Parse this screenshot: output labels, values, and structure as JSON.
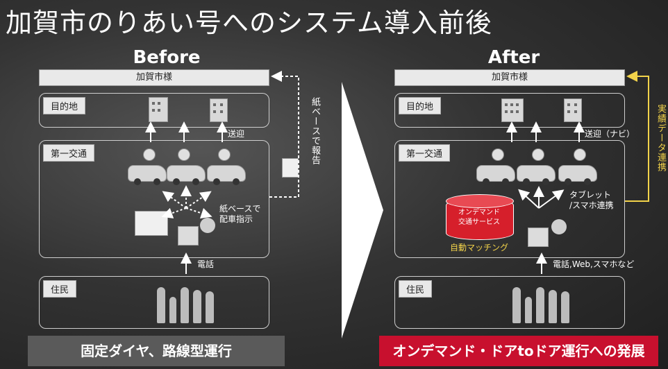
{
  "title": "加賀市のりあい号へのシステム導入前後",
  "before": {
    "heading": "Before",
    "city": "加賀市様",
    "destination": "目的地",
    "transport": "第一交通",
    "residents": "住民",
    "pickup": "送迎",
    "phone": "電話",
    "dispatch": "紙ベースで\n配車指示",
    "report": "紙ベースで報告",
    "footer": "固定ダイヤ、路線型運行"
  },
  "after": {
    "heading": "After",
    "city": "加賀市様",
    "destination": "目的地",
    "transport": "第一交通",
    "residents": "住民",
    "pickup": "送迎（ナビ）",
    "service_line1": "オンデマンド",
    "service_line2": "交通サービス",
    "matching": "自動マッチング",
    "tablet": "タブレット\n/スマホ連携",
    "channels": "電話,Web,スマホなど",
    "realtime": "実績データ連携",
    "footer": "オンデマンド・ドアtoドア運行への発展"
  },
  "colors": {
    "footer_before": "#5a5a5a",
    "footer_after": "#c8102e",
    "accent_yellow": "#f2d34a"
  }
}
